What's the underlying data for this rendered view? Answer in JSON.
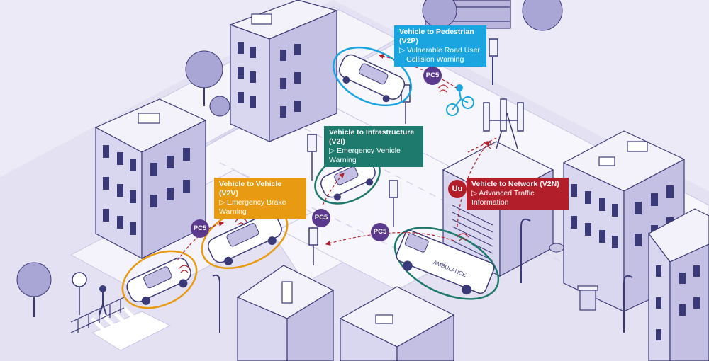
{
  "colors": {
    "v2p": "#1aa5e0",
    "v2i": "#1f7a6e",
    "v2v": "#e89b12",
    "v2n": "#b21e2a",
    "pc5_badge": "#5b3a8e",
    "background": "#eceaf6",
    "building_outline": "#3b3a78"
  },
  "labels": {
    "v2p": {
      "title": "Vehicle to Pedestrian (V2P)",
      "line1": "▷ Vulnerable Road User",
      "line2": "Collision Warning"
    },
    "v2i": {
      "title": "Vehicle to Infrastructure (V2I)",
      "line1": "▷ Emergency Vehicle Warning"
    },
    "v2v": {
      "title": "Vehicle to Vehicle (V2V)",
      "line1": "▷ Emergency Brake Warning"
    },
    "v2n": {
      "title": "Vehicle to Network (V2N)",
      "line1": "▷ Advanced Traffic Information"
    }
  },
  "badges": {
    "pc5_top": "PC5",
    "pc5_left": "PC5",
    "pc5_mid": "PC5",
    "pc5_right": "PC5",
    "uu": "Uu"
  },
  "ambulance_text": "AMBULANCE",
  "icons": [
    "car-icon",
    "ambulance-icon",
    "cyclist-icon",
    "pedestrian-icon",
    "cell-tower-icon",
    "traffic-light-icon",
    "tree-icon",
    "street-lamp-icon",
    "trash-bin-icon"
  ]
}
